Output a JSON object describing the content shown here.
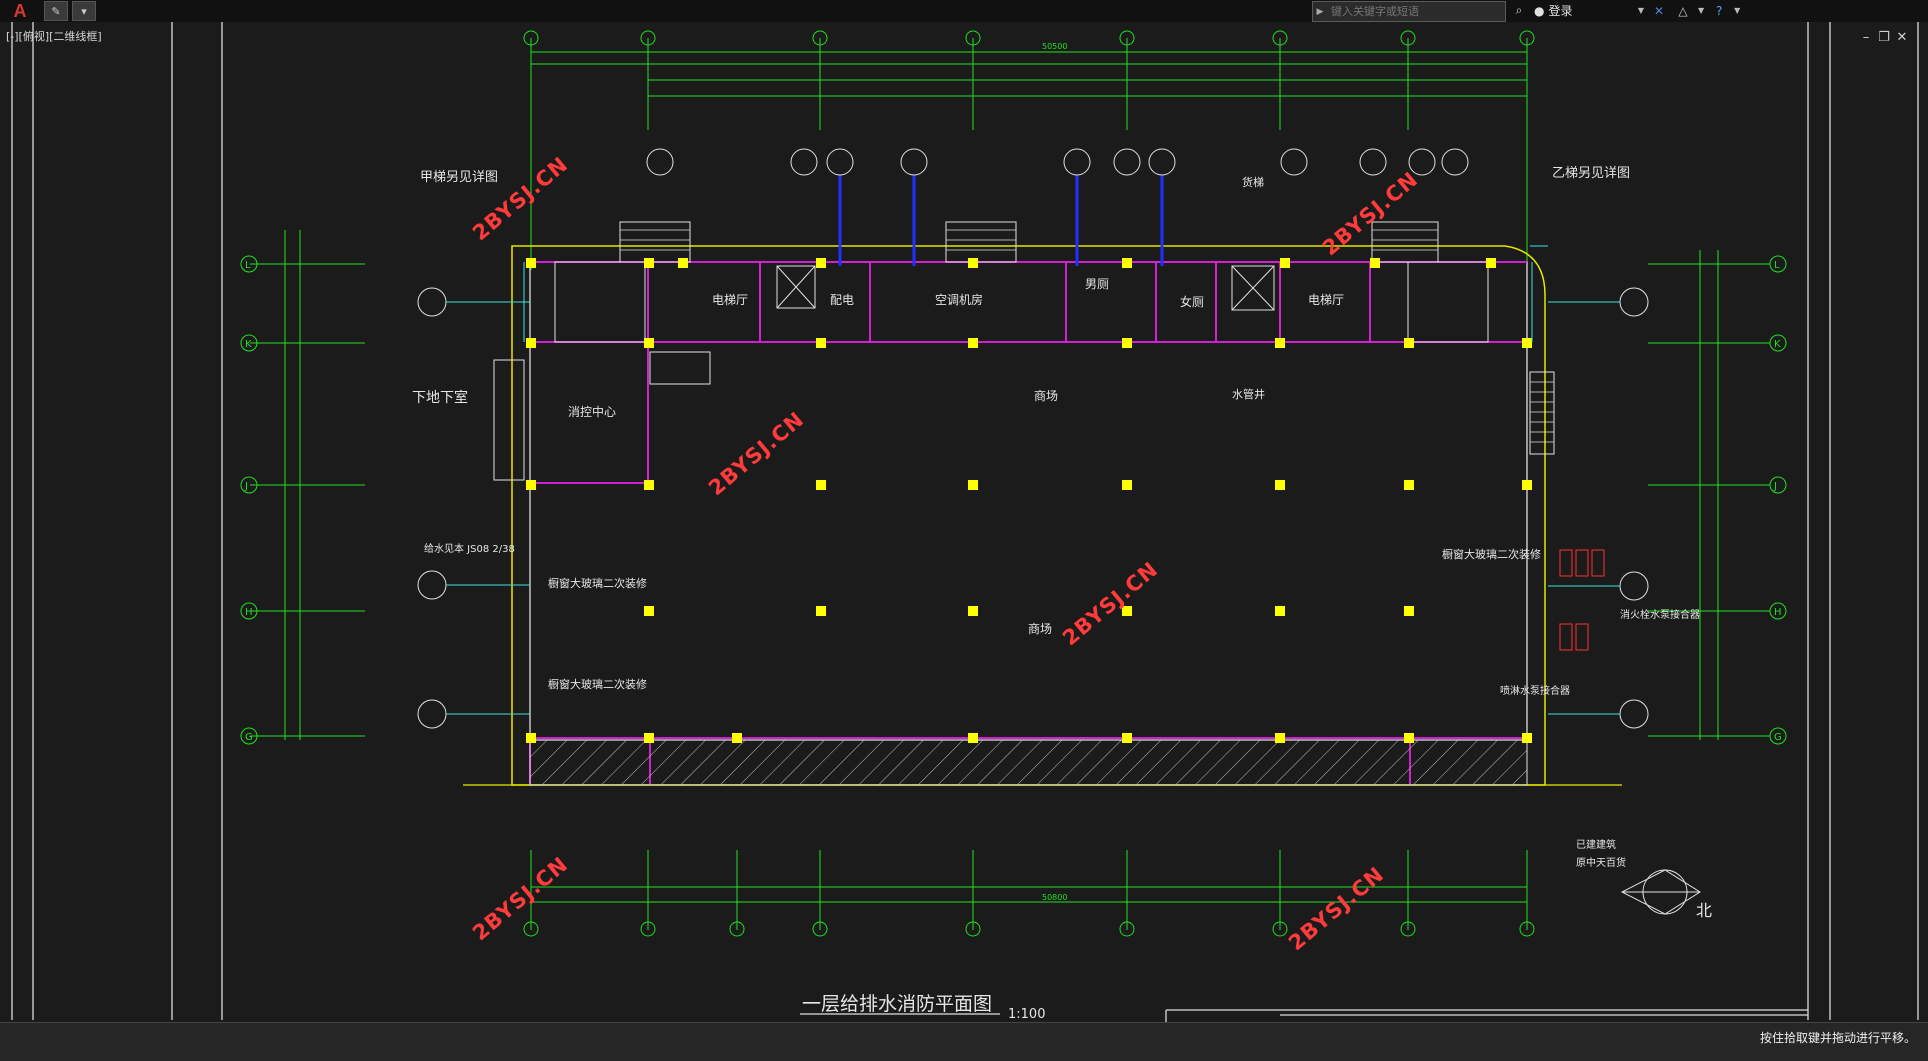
{
  "app": {
    "logo": "A",
    "search_placeholder": "键入关键字或短语",
    "login_label": "登录",
    "view_label": "[-][俯视][二维线框]",
    "command_prompt": "按住拾取键并拖动进行平移。"
  },
  "drawing": {
    "title": "一层给排水消防平面图",
    "scale": "1:100",
    "north_label": "北",
    "top_total_dim": "50500",
    "bottom_total_dim": "50800",
    "row_axes": [
      "L",
      "K",
      "J",
      "H",
      "G"
    ],
    "rooms": [
      {
        "label": "电梯厅"
      },
      {
        "label": "配电"
      },
      {
        "label": "空调机房"
      },
      {
        "label": "男厕"
      },
      {
        "label": "女厕"
      },
      {
        "label": "电梯厅"
      },
      {
        "label": "消控中心"
      },
      {
        "label": "商场"
      },
      {
        "label": "商场"
      },
      {
        "label": "水管井"
      }
    ],
    "annotations": [
      {
        "text": "甲梯另见详图"
      },
      {
        "text": "乙梯另见详图"
      },
      {
        "text": "下地下室"
      },
      {
        "text": "橱窗大玻璃二次装修"
      },
      {
        "text": "橱窗大玻璃二次装修"
      },
      {
        "text": "橱窗大玻璃二次装修"
      },
      {
        "text": "给水见本 JS08 2/38"
      },
      {
        "text": "消火栓水泵接合器"
      },
      {
        "text": "喷淋水泵接合器"
      },
      {
        "text": "已建建筑"
      },
      {
        "text": "原中天百货"
      },
      {
        "text": "货梯"
      }
    ],
    "watermarks": [
      "2BYSJ.CN",
      "2BYSJ.CN",
      "2BYSJ.CN",
      "2BYSJ.CN",
      "2BYSJ.CN",
      "2BYSJ.CN"
    ]
  }
}
